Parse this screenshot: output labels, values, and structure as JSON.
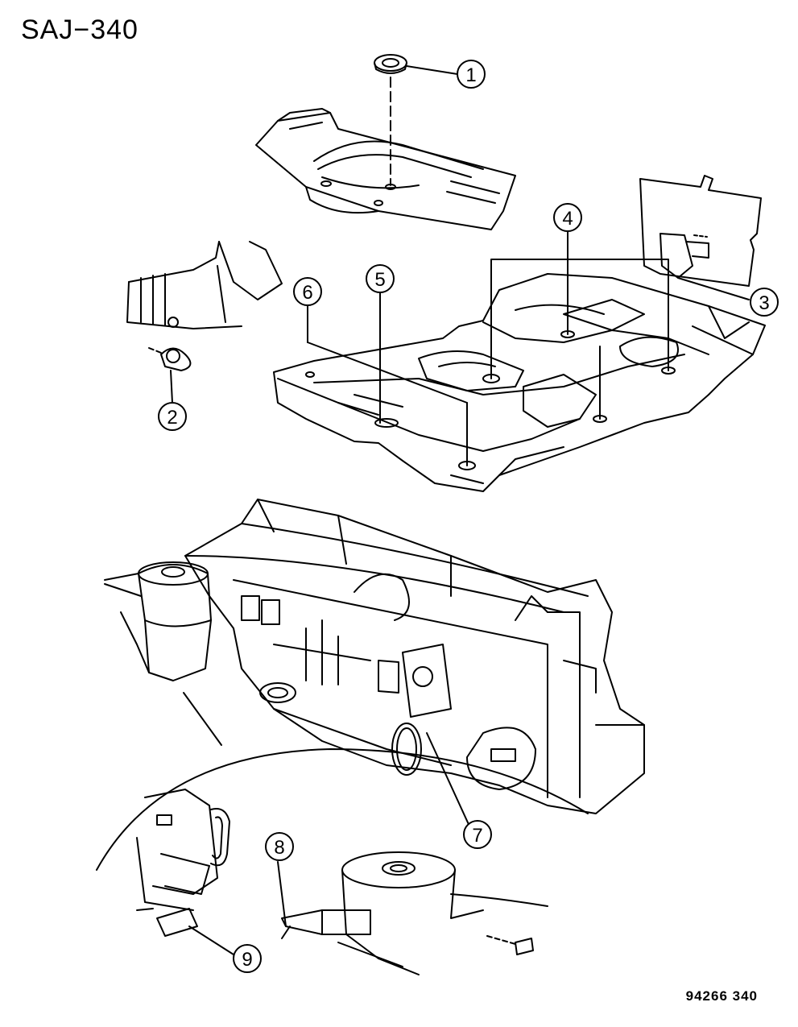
{
  "diagram": {
    "title": "SAJ−340",
    "figure_number": "94266 340",
    "callouts": [
      "1",
      "2",
      "3",
      "4",
      "5",
      "6",
      "7",
      "8",
      "9"
    ]
  }
}
